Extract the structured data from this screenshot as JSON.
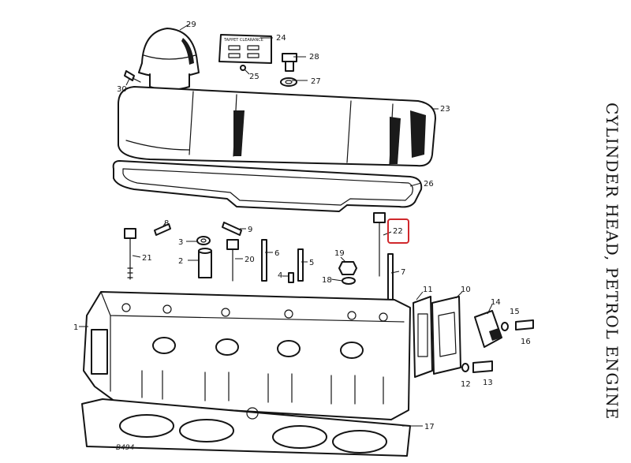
{
  "title": "CYLINDER HEAD, PETROL ENGINE",
  "plate_number": "B494",
  "name_plate_text": "TAPPET CLEARANCE",
  "highlight_color": "#d0282c",
  "highlighted_part": "22",
  "callouts": [
    "1",
    "2",
    "3",
    "4",
    "5",
    "6",
    "7",
    "8",
    "9",
    "10",
    "11",
    "12",
    "13",
    "14",
    "15",
    "16",
    "17",
    "18",
    "19",
    "20",
    "21",
    "22",
    "23",
    "24",
    "25",
    "26",
    "27",
    "28",
    "29",
    "30"
  ]
}
